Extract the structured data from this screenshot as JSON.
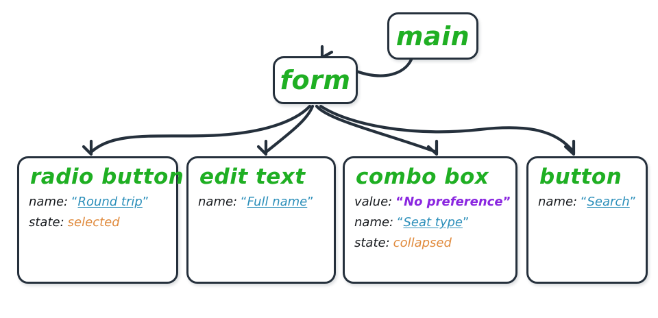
{
  "diagram": {
    "title": "accessibility-tree-fragment",
    "colors": {
      "node_border": "#25303c",
      "node_title": "#1faf23",
      "name_value": "#2c8fba",
      "state_value": "#e08a3c",
      "value_value": "#8a26e0",
      "label": "#15181c",
      "edge": "#25303c",
      "background": "#ffffff"
    },
    "nodes": [
      {
        "id": "main",
        "title": "main",
        "props": []
      },
      {
        "id": "form",
        "title": "form",
        "props": []
      },
      {
        "id": "radio-button",
        "title": "radio button",
        "props": [
          {
            "key": "name:",
            "value": "Round trip",
            "kind": "name",
            "quoted": true
          },
          {
            "key": "state:",
            "value": "selected",
            "kind": "state",
            "quoted": false
          }
        ]
      },
      {
        "id": "edit-text",
        "title": "edit text",
        "props": [
          {
            "key": "name:",
            "value": "Full name",
            "kind": "name",
            "quoted": true
          }
        ]
      },
      {
        "id": "combo-box",
        "title": "combo box",
        "props": [
          {
            "key": "value:",
            "value": "No preference",
            "kind": "value",
            "quoted": true
          },
          {
            "key": "name:",
            "value": "Seat type",
            "kind": "name",
            "quoted": true
          },
          {
            "key": "state:",
            "value": "collapsed",
            "kind": "state",
            "quoted": false
          }
        ]
      },
      {
        "id": "button",
        "title": "button",
        "props": [
          {
            "key": "name:",
            "value": "Search",
            "kind": "name",
            "quoted": true
          }
        ]
      }
    ],
    "edges": [
      {
        "from": "main",
        "to": "form"
      },
      {
        "from": "form",
        "to": "radio-button"
      },
      {
        "from": "form",
        "to": "edit-text"
      },
      {
        "from": "form",
        "to": "combo-box"
      },
      {
        "from": "form",
        "to": "button"
      }
    ],
    "quote_open": "“",
    "quote_close": "”"
  }
}
